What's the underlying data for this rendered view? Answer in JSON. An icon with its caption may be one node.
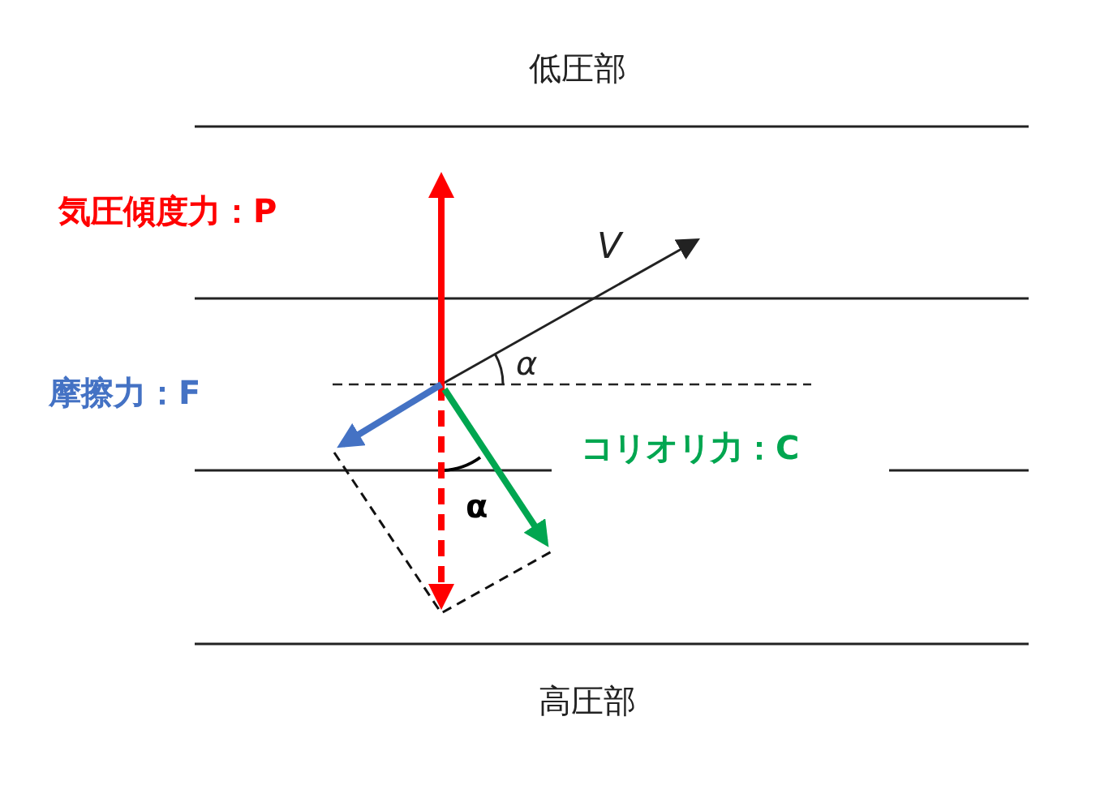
{
  "diagram": {
    "labels": [
      "低圧部",
      "気圧傾度力：P",
      "V",
      "α",
      "摩擦力：F",
      "コリオリ力：C",
      "α",
      "高圧部"
    ]
  }
}
